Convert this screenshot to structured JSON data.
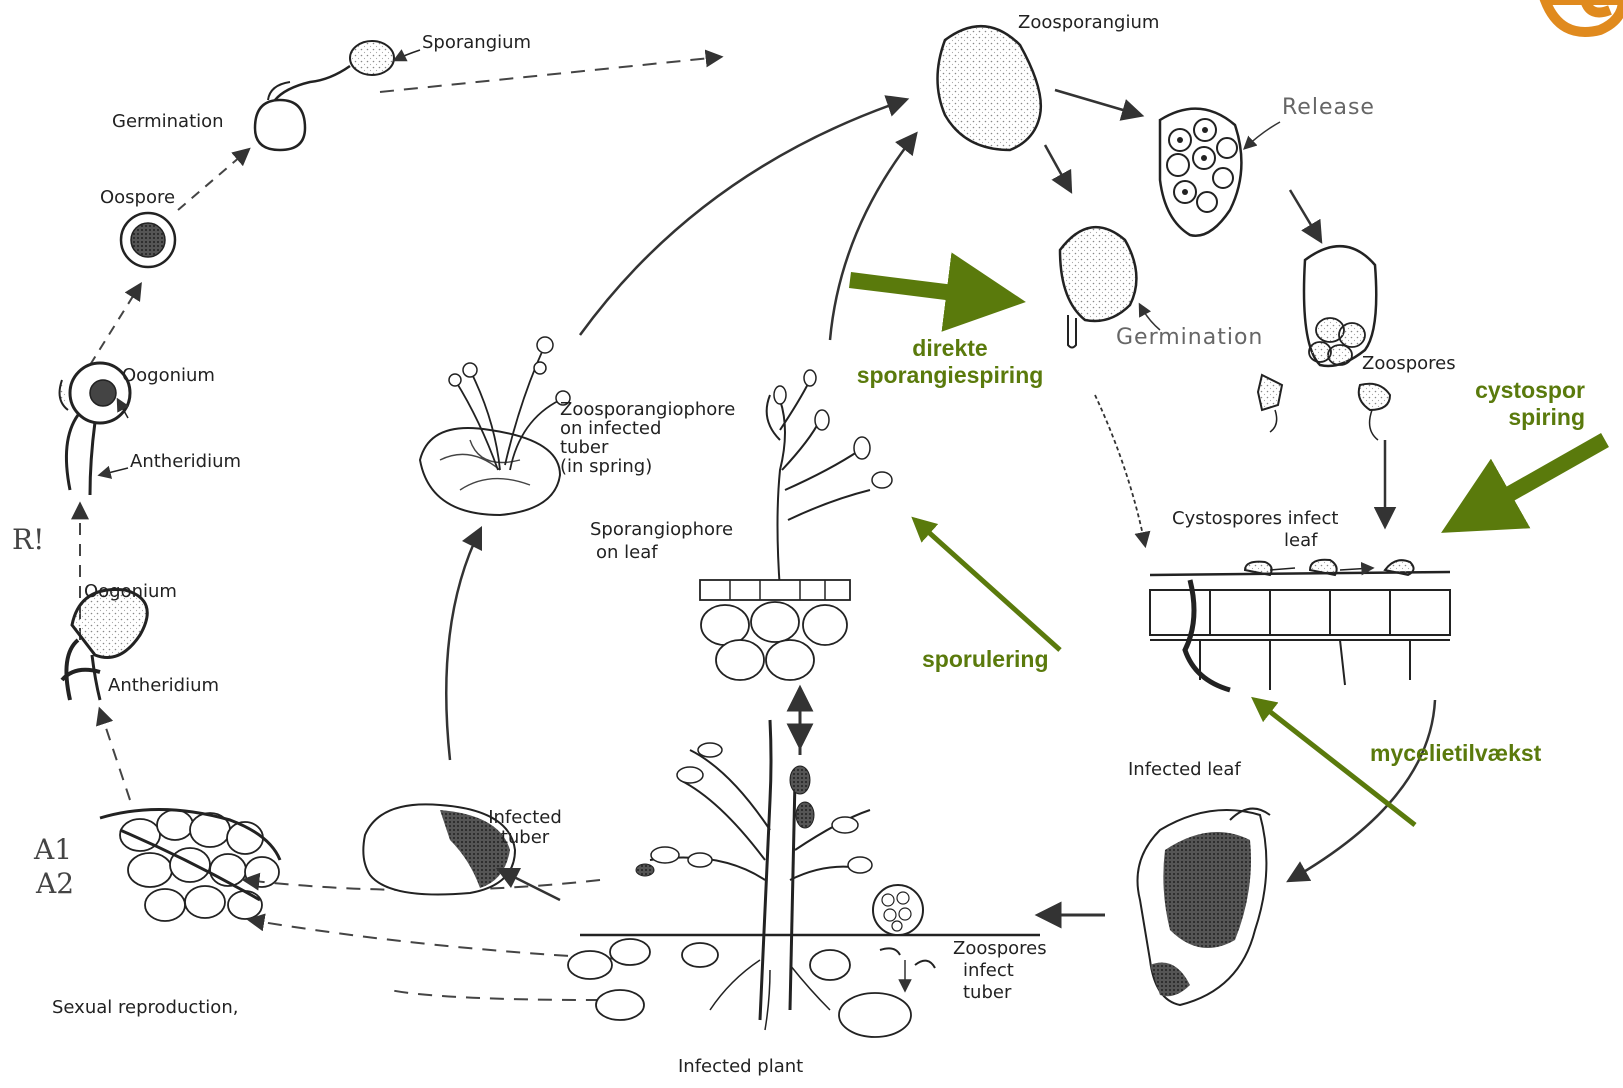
{
  "labels": {
    "sporangium": "Sporangium",
    "germination_left": "Germination",
    "oospore": "Oospore",
    "oogonium_top": "Oogonium",
    "antheridium_top": "Antheridium",
    "r_mark": "R!",
    "oogonium_bottom": "Oogonium",
    "antheridium_bottom": "Antheridium",
    "a1": "A1",
    "a2": "A2",
    "sexual_reproduction": "Sexual reproduction,",
    "infected_tuber": [
      "Infected",
      "tuber"
    ],
    "zoosporangiophore": [
      "Zoosporangiophore",
      "on infected",
      "tuber",
      "(in spring)"
    ],
    "sporangiophore": [
      "Sporangiophore",
      "on leaf"
    ],
    "infected_plant": "Infected plant",
    "zoospores_infect_tuber": [
      "Zoospores",
      "infect",
      "tuber"
    ],
    "zoosporangium": "Zoosporangium",
    "release": "Release",
    "germination_right": "Germination",
    "zoospores": "Zoospores",
    "cystospores_infect_leaf": [
      "Cystospores infect",
      "leaf"
    ],
    "infected_leaf": "Infected leaf"
  },
  "annotations": {
    "direkte": [
      "direkte",
      "sporangiespiring"
    ],
    "cystospor": [
      "cystospor",
      "spiring"
    ],
    "sporulering": "sporulering",
    "mycelietilvaekst": "mycelietilvækst"
  },
  "colors": {
    "annotation_green": "#5a7a0c",
    "line": "#333333",
    "logo_orange": "#e08a1e"
  }
}
